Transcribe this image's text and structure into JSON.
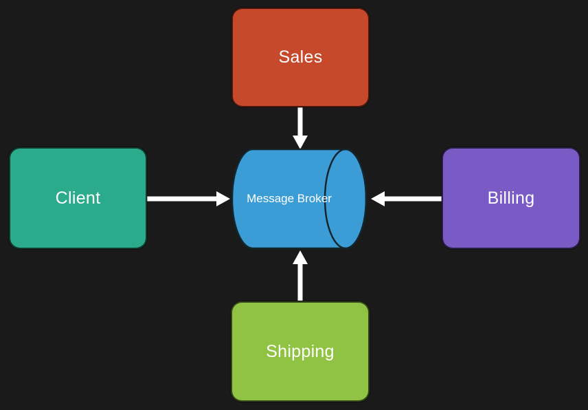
{
  "diagram": {
    "background_color": "#1a1a1a",
    "arrow_color": "#ffffff",
    "outline_color": "#13262e",
    "nodes": {
      "sales": {
        "label": "Sales",
        "color": "#c7492b",
        "shape": "rounded-rectangle"
      },
      "client": {
        "label": "Client",
        "color": "#2bab8c",
        "shape": "rounded-rectangle"
      },
      "billing": {
        "label": "Billing",
        "color": "#7a5bc6",
        "shape": "rounded-rectangle"
      },
      "shipping": {
        "label": "Shipping",
        "color": "#90c343",
        "shape": "rounded-rectangle"
      },
      "broker": {
        "label": "Message Broker",
        "color": "#3c9dd6",
        "shape": "cylinder"
      }
    },
    "edges": [
      {
        "from": "sales",
        "to": "broker",
        "arrow_enters": "top"
      },
      {
        "from": "client",
        "to": "broker",
        "arrow_enters": "left"
      },
      {
        "from": "billing",
        "to": "broker",
        "arrow_enters": "right"
      },
      {
        "from": "shipping",
        "to": "broker",
        "arrow_enters": "bottom"
      }
    ]
  }
}
